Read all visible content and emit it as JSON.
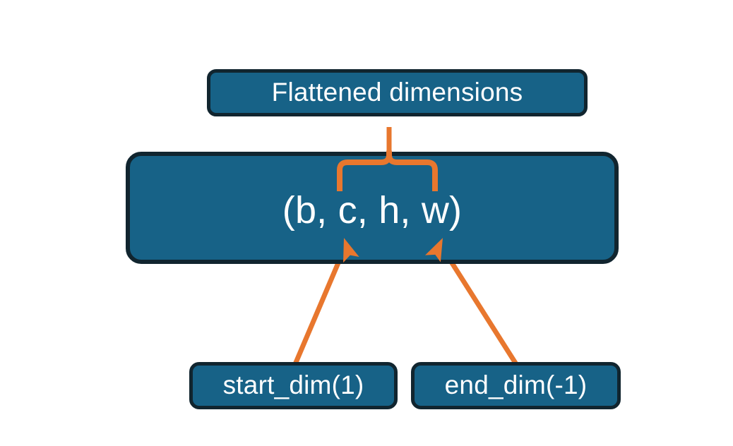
{
  "diagram": {
    "title_node": {
      "label": "Flattened dimensions"
    },
    "shape_node": {
      "label": "(b, c, h, w)"
    },
    "start_node": {
      "label": "start_dim(1)"
    },
    "end_node": {
      "label": "end_dim(-1)"
    },
    "annotations": {
      "brace": "curly-brace-up",
      "left_arrow": "arrow-up-right",
      "right_arrow": "arrow-up-left"
    },
    "colors": {
      "node_fill": "#176287",
      "node_border": "#11252f",
      "node_text": "#ffffff",
      "accent": "#e8772e",
      "background": "#ffffff"
    }
  }
}
